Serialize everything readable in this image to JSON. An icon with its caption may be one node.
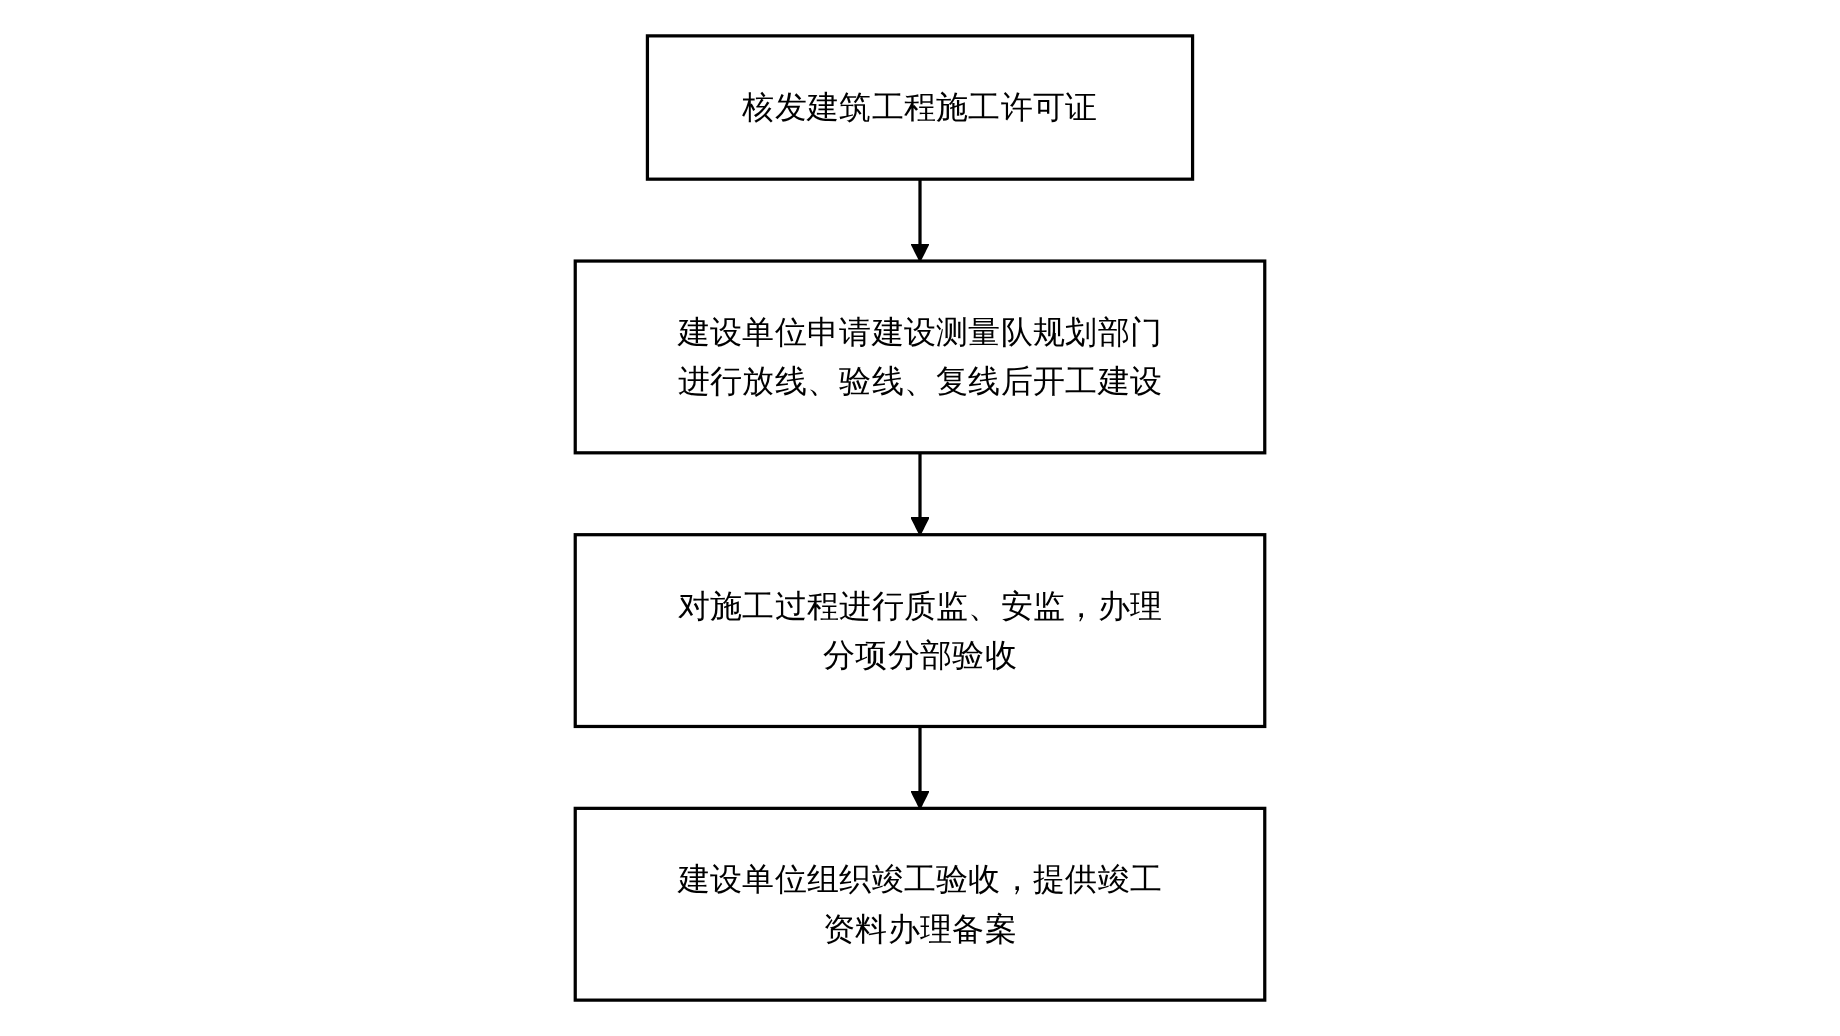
{
  "diagram": {
    "nodes": [
      {
        "text": [
          "核发建筑工程施工许可证"
        ]
      },
      {
        "text": [
          "建设单位申请建设测量队规划部门进行放线、验线、复线后开工建设"
        ]
      },
      {
        "text": [
          "对施工过程进行质监、安监，办理分项分部验收"
        ]
      },
      {
        "text": [
          "建设单位组织竣工验收，提供竣工资料办理备案"
        ]
      }
    ],
    "edges": [
      {
        "from": 0,
        "to": 1,
        "arrow": "to"
      },
      {
        "from": 1,
        "to": 2,
        "arrow": "to"
      },
      {
        "from": 2,
        "to": 3,
        "arrow": "to"
      }
    ]
  }
}
